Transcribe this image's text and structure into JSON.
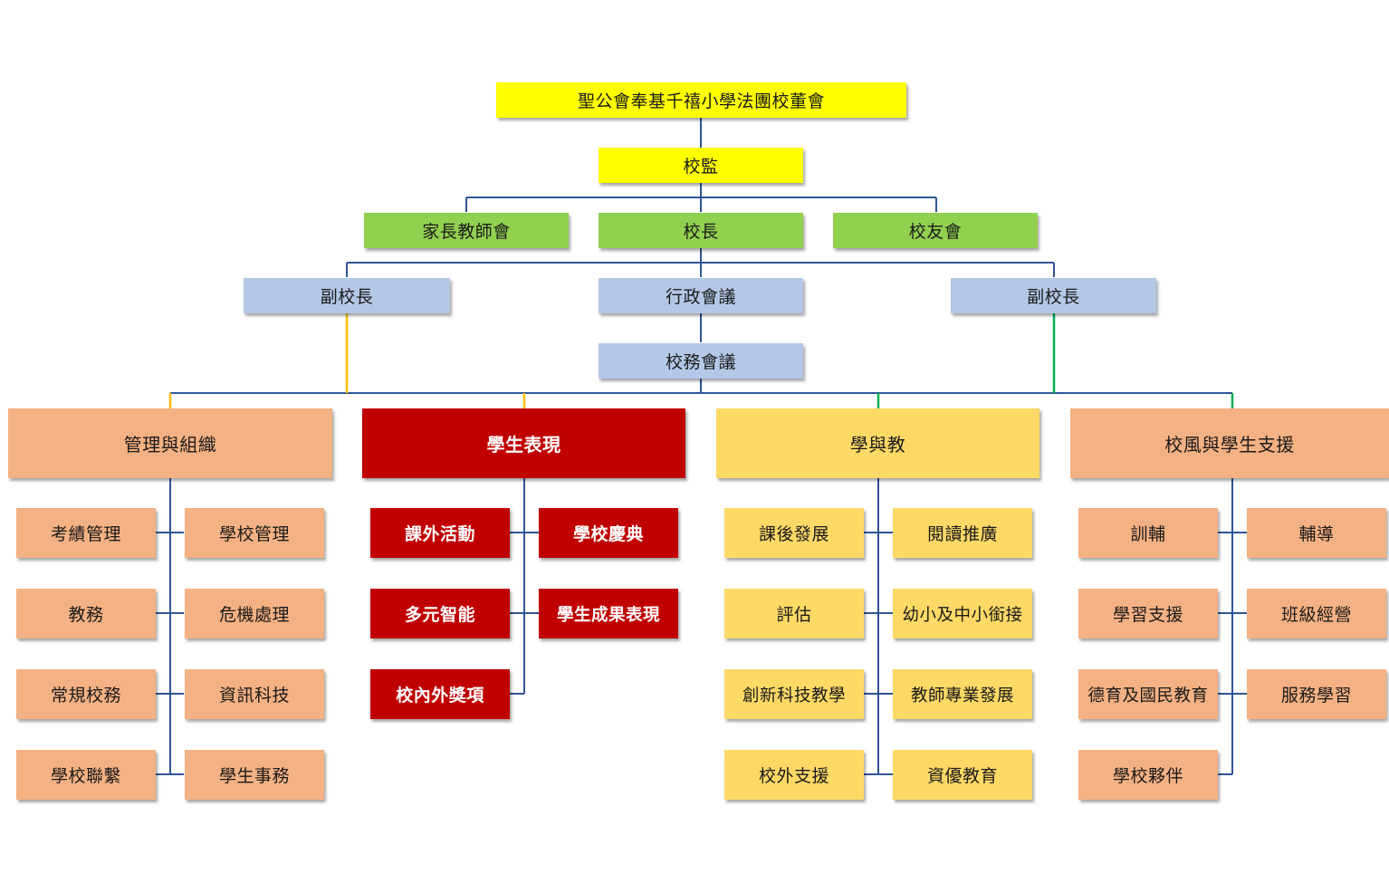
{
  "board": "聖公會奉基千禧小學法團校董會",
  "supervisor": "校監",
  "level2": {
    "pta": "家長教師會",
    "principal": "校長",
    "alumni": "校友會"
  },
  "level3": {
    "vp_left": "副校長",
    "admin": "行政會議",
    "vp_right": "副校長"
  },
  "school_council": "校務會議",
  "departments": {
    "mgmt": {
      "title": "管理與組織",
      "items": [
        "考績管理",
        "學校管理",
        "教務",
        "危機處理",
        "常規校務",
        "資訊科技",
        "學校聯繫",
        "學生事務"
      ]
    },
    "perf": {
      "title": "學生表現",
      "items": [
        "課外活動",
        "學校慶典",
        "多元智能",
        "學生成果表現",
        "校內外獎項"
      ]
    },
    "learn": {
      "title": "學與教",
      "items": [
        "課後發展",
        "閱讀推廣",
        "評估",
        "幼小及中小銜接",
        "創新科技教學",
        "教師專業發展",
        "校外支援",
        "資優教育"
      ]
    },
    "ethos": {
      "title": "校風與學生支援",
      "items": [
        "訓輔",
        "輔導",
        "學習支援",
        "班級經營",
        "德育及國民教育",
        "服務學習",
        "學校夥伴"
      ]
    }
  },
  "colors": {
    "line": "#2f5597",
    "vp_left_line": "#ffc000",
    "vp_right_line": "#00b050",
    "yellow": "#ffff00",
    "green": "#92d050",
    "blue": "#b4c7e7",
    "orange": "#f4b183",
    "red": "#c00000",
    "gold": "#ffd966"
  }
}
